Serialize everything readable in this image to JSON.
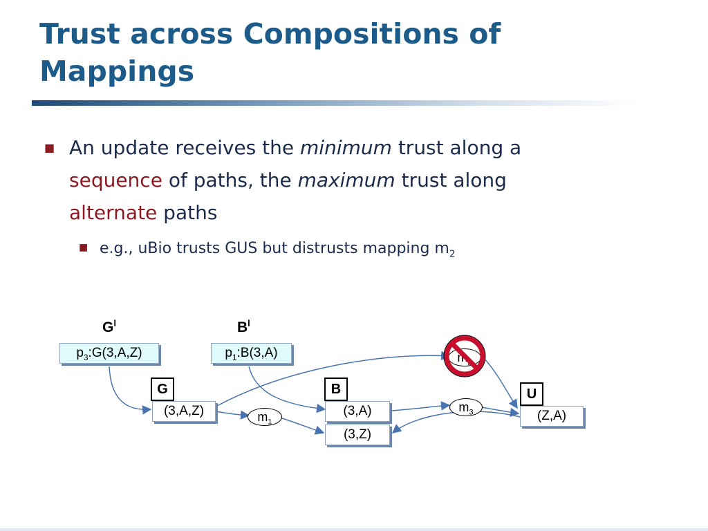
{
  "title": "Trust across Compositions of Mappings",
  "bullet1": {
    "part1": "An update receives the ",
    "minimum": "minimum",
    "part2": " trust along a ",
    "sequence": "sequence",
    "part3": " of paths, the ",
    "maximum": "maximum",
    "part4": " trust along ",
    "alternate": "alternate",
    "part5": " paths"
  },
  "bullet2": {
    "text": "e.g., uBio trusts GUS but distrusts mapping m",
    "sub": "2"
  },
  "diagram": {
    "peer_g": {
      "name": "G",
      "sup": "l"
    },
    "peer_b": {
      "name": "B",
      "sup": "l"
    },
    "peer_g_update": {
      "prefix": "p",
      "sub": "3",
      "rest": ":G(3,A,Z)"
    },
    "peer_b_update": {
      "prefix": "p",
      "sub": "1",
      "rest": ":B(3,A)"
    },
    "label_g": "G",
    "label_b": "B",
    "label_u": "U",
    "box_g": "(3,A,Z)",
    "box_b1": "(3,A)",
    "box_b2": "(3,Z)",
    "box_u": "(Z,A)",
    "m1": {
      "prefix": "m",
      "sub": "1"
    },
    "m2": {
      "prefix": "m",
      "sub": "2"
    },
    "m3": {
      "prefix": "m",
      "sub": "3"
    }
  },
  "colors": {
    "title": "#1d5c8a",
    "accent": "#8a1b22",
    "arrow": "#4a74b0",
    "forbid": "#c8102e"
  }
}
